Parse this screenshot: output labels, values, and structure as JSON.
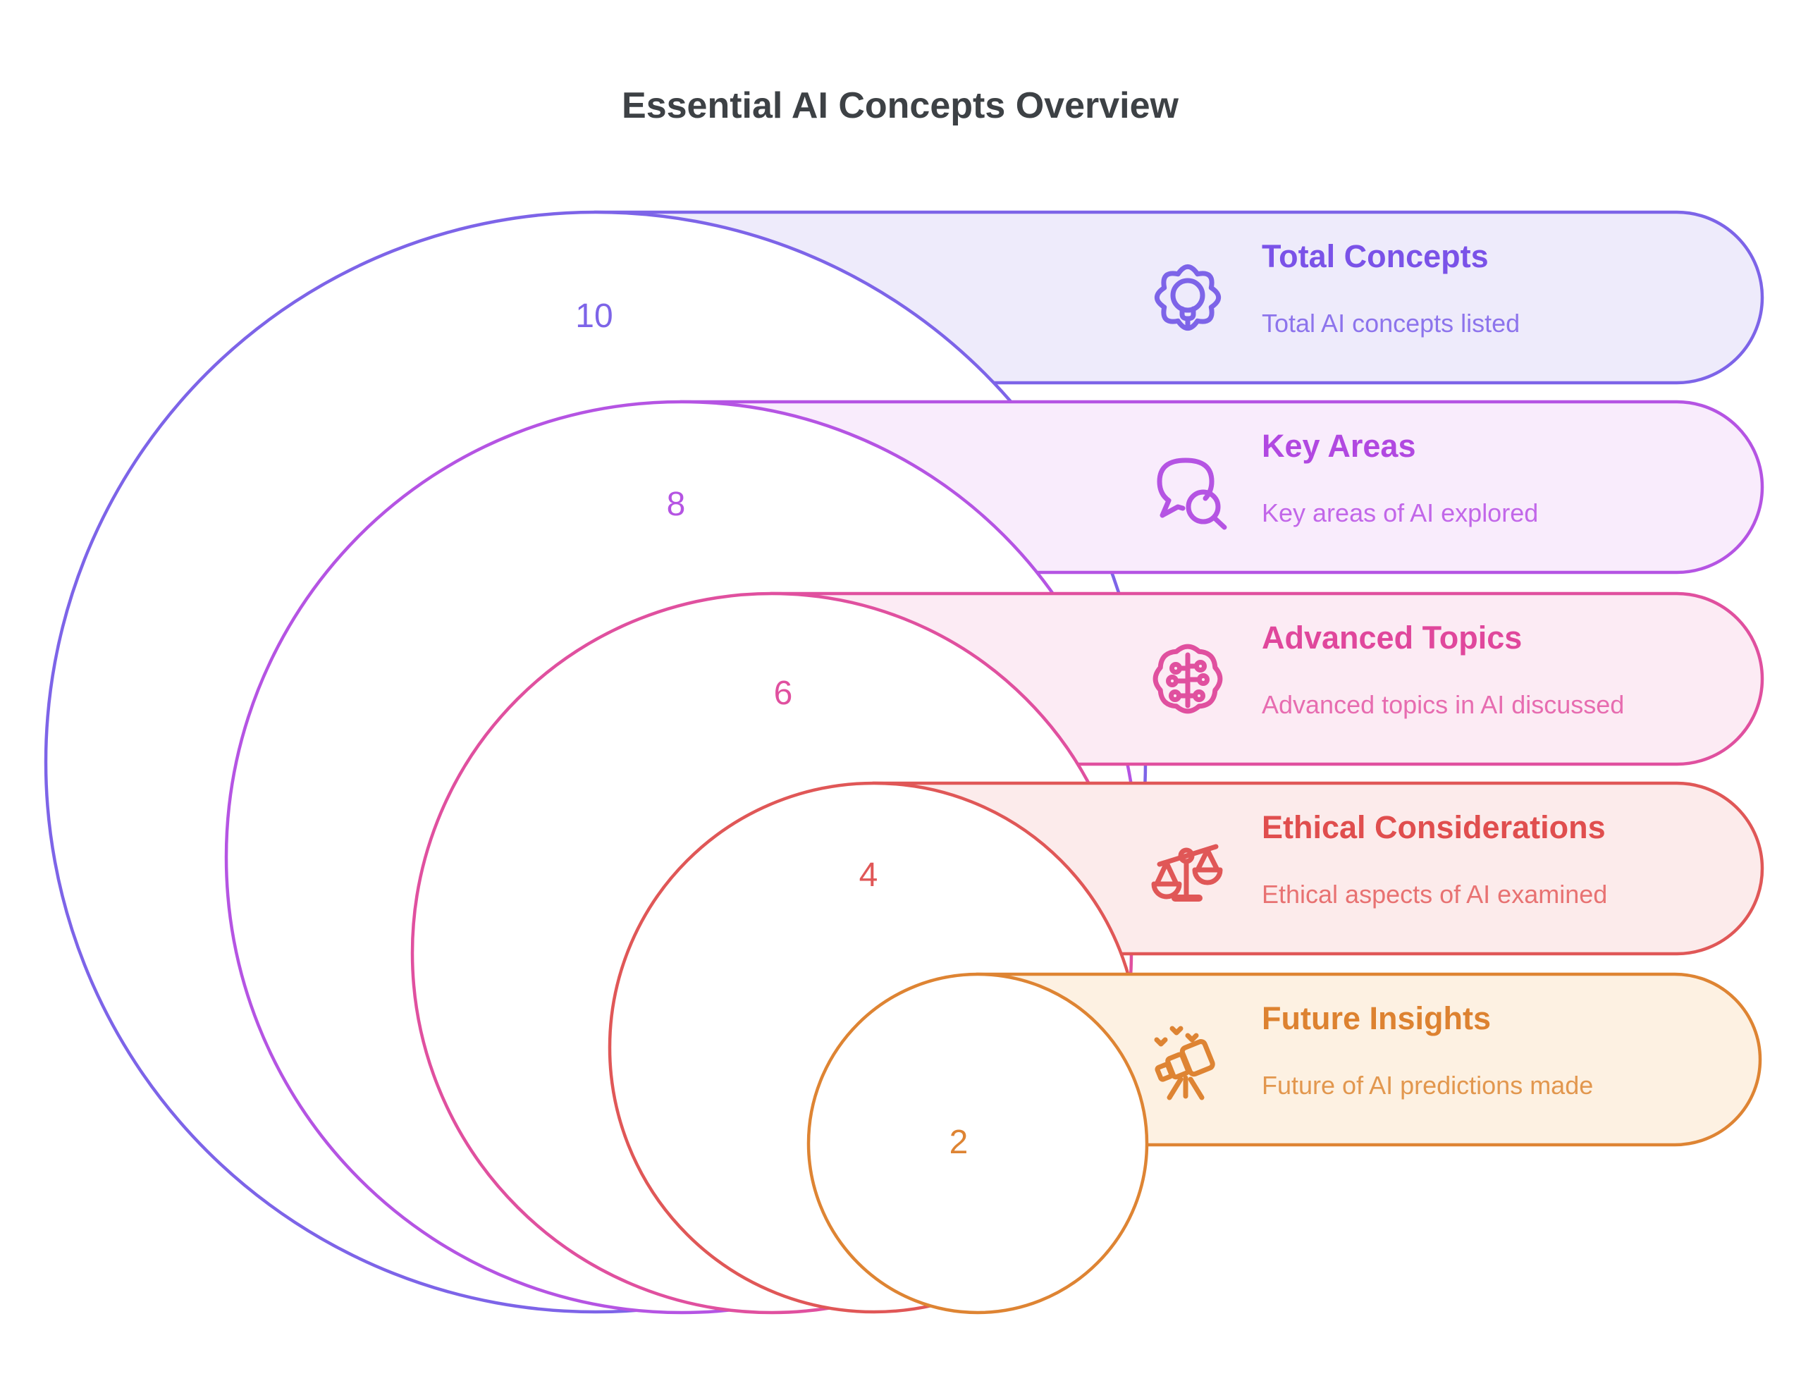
{
  "page": {
    "title": "Essential AI Concepts Overview",
    "title_color": "#3d4145",
    "background": "#ffffff"
  },
  "rows": [
    {
      "value": "10",
      "title": "Total Concepts",
      "description": "Total AI concepts listed",
      "icon": "gear-lightbulb-icon",
      "color": "#7d64e8",
      "title_color": "#7a52e8",
      "description_color": "#8d74ec",
      "fill": "#eeebfb"
    },
    {
      "value": "8",
      "title": "Key Areas",
      "description": "Key areas of AI explored",
      "icon": "chat-search-icon",
      "color": "#b554e3",
      "title_color": "#b148e1",
      "description_color": "#c267e9",
      "fill": "#f9ecfc"
    },
    {
      "value": "6",
      "title": "Advanced Topics",
      "description": "Advanced topics in AI discussed",
      "icon": "brain-circuit-icon",
      "color": "#e0509f",
      "title_color": "#e0479c",
      "description_color": "#e76cb0",
      "fill": "#fcebf4"
    },
    {
      "value": "4",
      "title": "Ethical Considerations",
      "description": "Ethical aspects of AI examined",
      "icon": "scales-icon",
      "color": "#e05757",
      "title_color": "#e04e4e",
      "description_color": "#e87272",
      "fill": "#fcebeb"
    },
    {
      "value": "2",
      "title": "Future Insights",
      "description": "Future of AI predictions made",
      "icon": "telescope-icon",
      "color": "#de8433",
      "title_color": "#dd8230",
      "description_color": "#e2974e",
      "fill": "#fdf1e2"
    }
  ]
}
